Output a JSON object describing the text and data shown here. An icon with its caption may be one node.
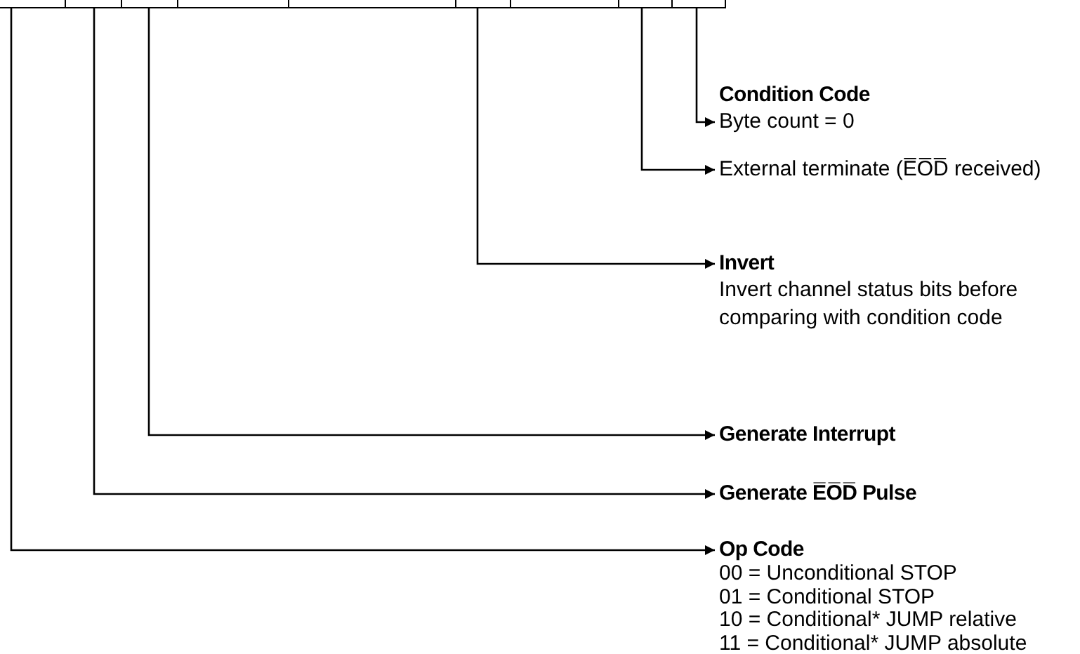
{
  "diagram": {
    "nodes": [
      {
        "text": [],
        "shape": "box"
      },
      {
        "text": [],
        "shape": "box"
      },
      {
        "text": [],
        "shape": "box"
      },
      {
        "text": [],
        "shape": "box"
      },
      {
        "text": [],
        "shape": "box"
      },
      {
        "text": [],
        "shape": "box"
      },
      {
        "text": [],
        "shape": "box"
      },
      {
        "text": [],
        "shape": "box"
      },
      {
        "text": [],
        "shape": "box"
      },
      {
        "text": [
          "Byte count = 0"
        ]
      },
      {
        "text": [
          "External terminate (E̅O̅D̅ received)"
        ]
      },
      {
        "text": [
          "Invert",
          "Invert channel status bits before comparing with condition code"
        ]
      },
      {
        "text": [
          "Generate Interrupt"
        ]
      },
      {
        "text": [
          "Generate E̅O̅D̅ Pulse"
        ]
      },
      {
        "text": [
          "Op Code",
          "00 = Unconditional STOP",
          "01 = Conditional STOP",
          "10 = Conditional* JUMP relative",
          "11 = Conditional* JUMP absolute"
        ]
      }
    ],
    "edges": [
      {
        "from": 8,
        "to": 9,
        "arrow": "to"
      },
      {
        "from": 7,
        "to": 10,
        "arrow": "to"
      },
      {
        "from": 5,
        "to": 11,
        "arrow": "to"
      },
      {
        "from": 2,
        "to": 12,
        "arrow": "to"
      },
      {
        "from": 1,
        "to": 13,
        "arrow": "to"
      },
      {
        "from": 0,
        "to": 14,
        "arrow": "to"
      }
    ],
    "labels": [
      "Condition Code"
    ]
  }
}
